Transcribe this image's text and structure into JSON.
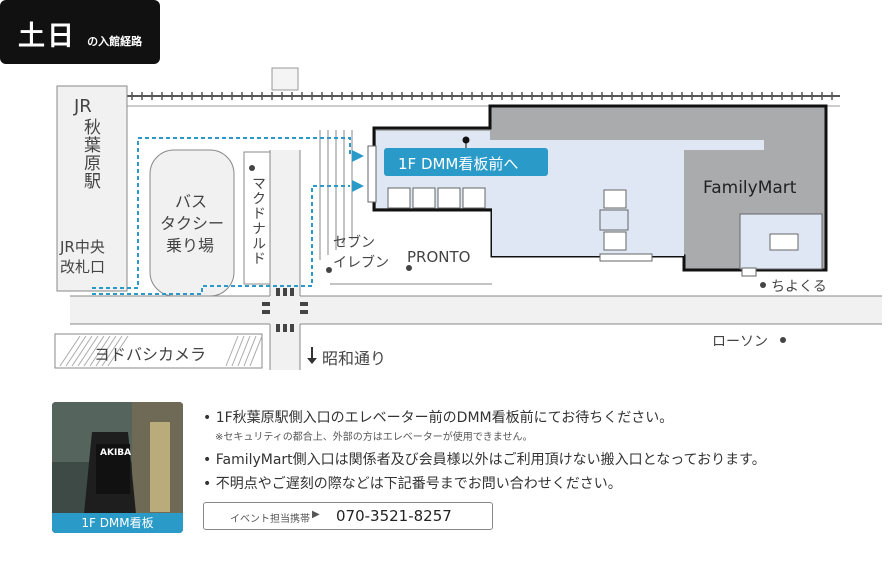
{
  "header": {
    "title_big": "土日",
    "title_small": "の入館経路"
  },
  "map": {
    "jr_label": "JR",
    "station_label": "秋葉原駅",
    "jr_gate_line1": "JR中央",
    "jr_gate_line2": "改札口",
    "bus_line1": "バス",
    "bus_line2": "タクシー",
    "bus_line3": "乗り場",
    "mcdonalds": "マクドナルド",
    "seven_line1": "セブン",
    "seven_line2": "イレブン",
    "pronto": "PRONTO",
    "dmm_sign": "1F DMM看板前へ",
    "familymart": "FamilyMart",
    "chiyokuru": "ちよくる",
    "lawson": "ローソン",
    "yodobashi": "ヨドバシカメラ",
    "showa_dori": "昭和通り"
  },
  "info": {
    "bullet1": "1F秋葉原駅側入口のエレベーター前のDMM看板前にてお待ちください。",
    "note1": "※セキュリティの都合上、外部の方はエレベーターが使用できません。",
    "bullet2": "FamilyMart側入口は関係者及び会員様以外はご利用頂けない搬入口となっております。",
    "bullet3": "不明点やご遅刻の際などは下記番号までお問い合わせください。",
    "phone_label": "イベント担当携帯",
    "phone_number": "070-3521-8257"
  },
  "photo": {
    "caption": "1F DMM看板",
    "sign_text": "AKIBA"
  },
  "colors": {
    "route": "#2a9bc8",
    "building": "#a9abad",
    "hall": "#dfe6f4",
    "header_bg": "#111111"
  }
}
